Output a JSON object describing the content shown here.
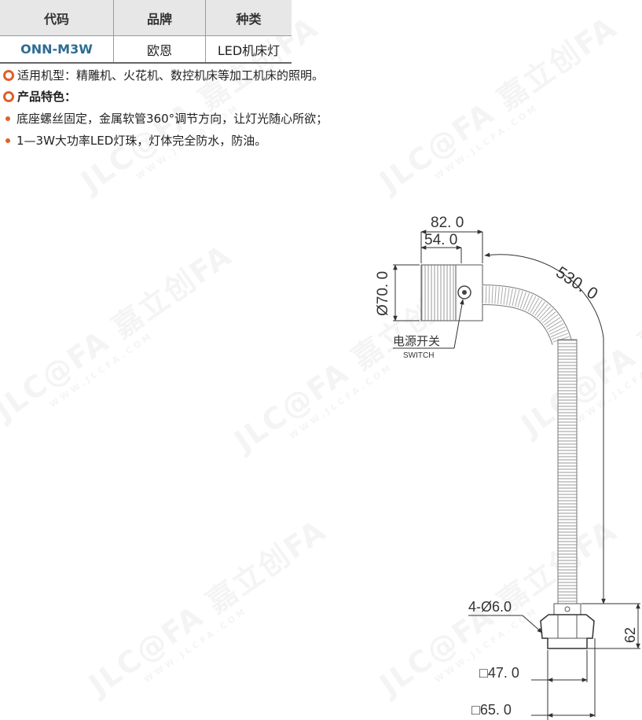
{
  "table": {
    "headers": [
      "代码",
      "品牌",
      "种类"
    ],
    "row": [
      "ONN-M3W",
      "欧恩",
      "LED机床灯"
    ]
  },
  "features": {
    "application": "适用机型：精雕机、火花机、数控机床等加工机床的照明。",
    "title": "产品特色：",
    "bullet1": "底座螺丝固定，金属软管360°调节方向，让灯光随心所欲；",
    "bullet2": "1—3W大功率LED灯珠，灯体完全防水，防油。"
  },
  "watermark": {
    "brand": "JLC@FA 嘉立创FA",
    "url": "WWW.JLCFA.COM"
  },
  "drawing": {
    "dim_82": "82. 0",
    "dim_54": "54. 0",
    "dim_70": "Ø70. 0",
    "dim_530": "530. 0",
    "switch_cn": "电源开关",
    "switch_en": "SWITCH",
    "dim_holes": "4-Ø6.0",
    "dim_62": "62",
    "dim_47": "□47. 0",
    "dim_65": "□65. 0"
  },
  "colors": {
    "accent": "#e0602a",
    "code": "#2d6c95",
    "header_bg": "#e7e7e7"
  }
}
